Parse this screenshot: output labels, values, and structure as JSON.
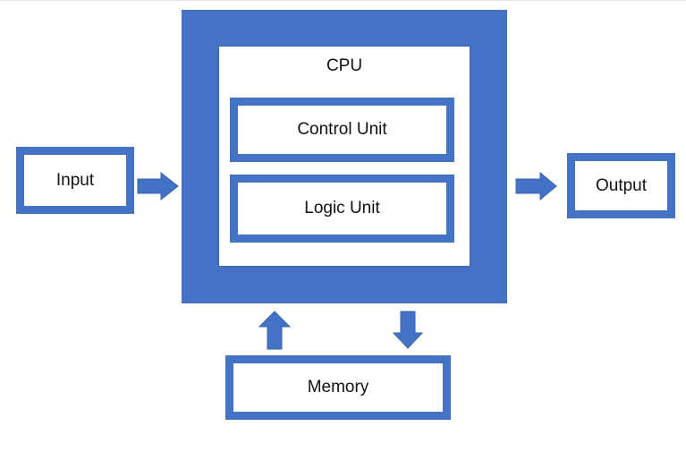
{
  "diagram": {
    "cpu": {
      "label": "CPU"
    },
    "control_unit": {
      "label": "Control Unit"
    },
    "logic_unit": {
      "label": "Logic Unit"
    },
    "input": {
      "label": "Input"
    },
    "output": {
      "label": "Output"
    },
    "memory": {
      "label": "Memory"
    }
  },
  "colors": {
    "accent": "#4472c4",
    "background": "#ffffff",
    "text": "#111111"
  }
}
